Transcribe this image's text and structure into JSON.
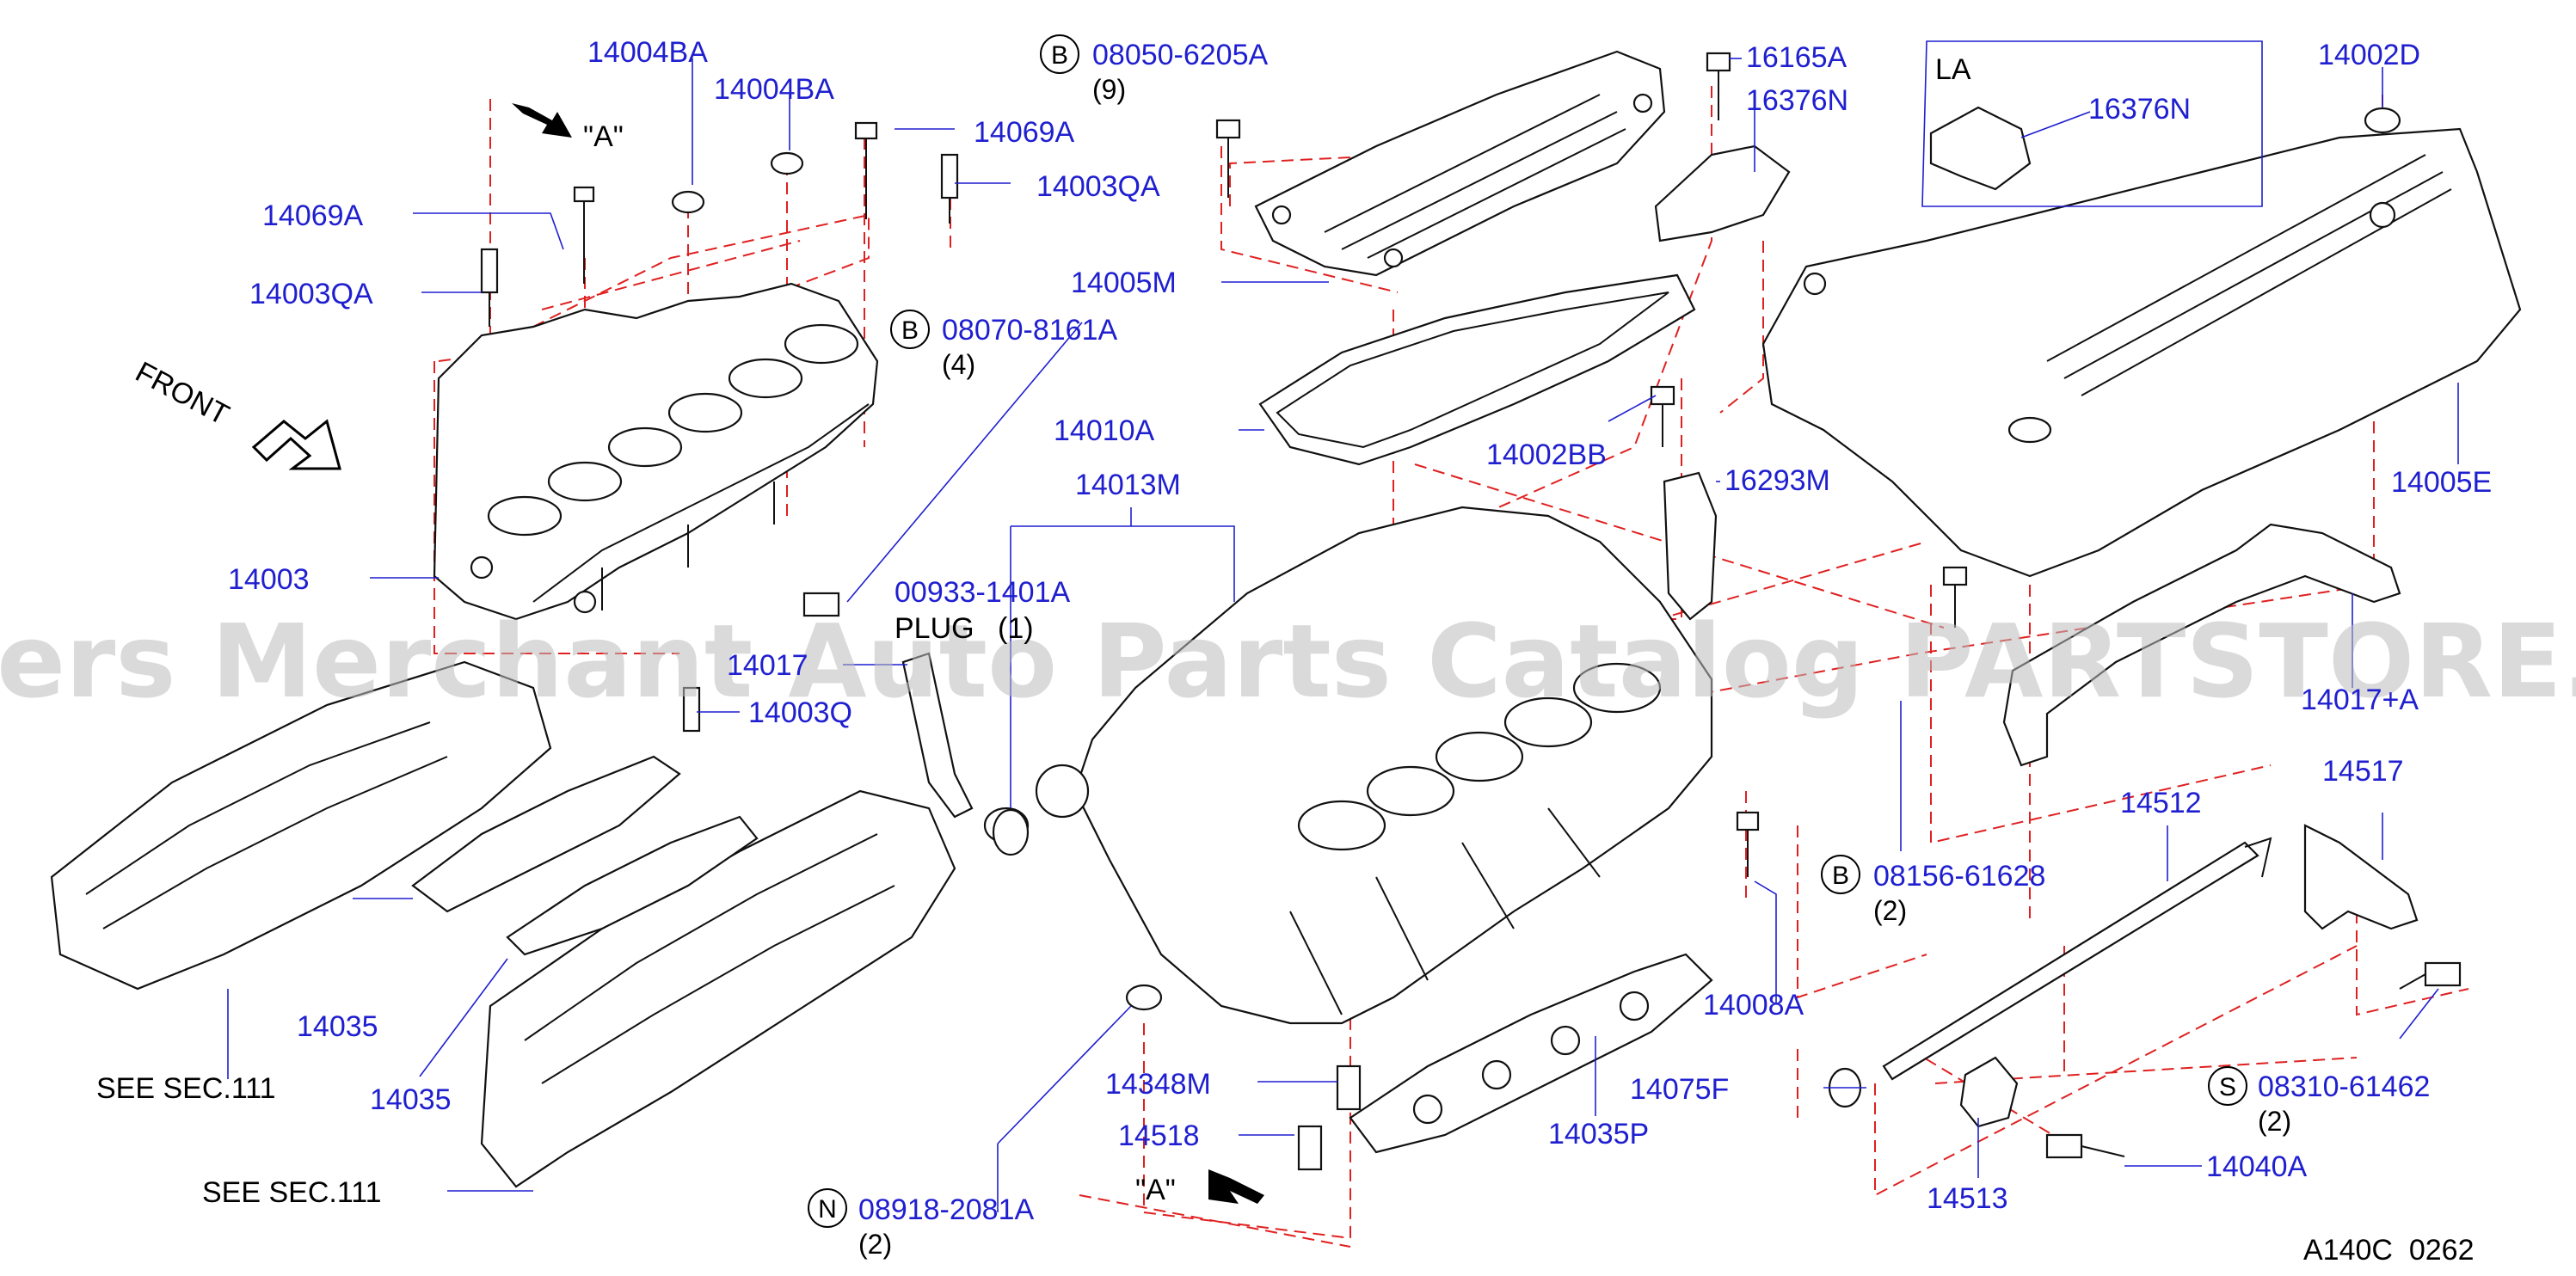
{
  "watermark": "Offers Merchant Auto Parts Catalog PARTSTORE.SA",
  "diagram_code": "A140C  0262",
  "labels": {
    "p14004BA_1": "14004BA",
    "p14004BA_2": "14004BA",
    "p14069A_1": "14069A",
    "p14069A_2": "14069A",
    "p14003QA_1": "14003QA",
    "p14003QA_2": "14003QA",
    "p14003": "14003",
    "front": "FRONT",
    "viewA_1": "\"A\"",
    "viewA_2": "\"A\"",
    "b08050": "08050-6205A",
    "b08050_qty": "(9)",
    "b08070": "08070-8161A",
    "b08070_qty": "(4)",
    "p14005M": "14005M",
    "p14010A": "14010A",
    "p14013M": "14013M",
    "p00933": "00933-1401A",
    "plug": "PLUG",
    "plug_qty": "(1)",
    "p14017": "14017",
    "p14003Q": "14003Q",
    "p16165A": "16165A",
    "p16376N_1": "16376N",
    "la": "LA",
    "p16376N_2": "16376N",
    "p14002D": "14002D",
    "p14002BB": "14002BB",
    "p16293M": "16293M",
    "p14005E": "14005E",
    "p14017A": "14017+A",
    "p14035_1": "14035",
    "p14035_2": "14035",
    "see1": "SEE   SEC.111",
    "see2": "SEE   SEC.111",
    "p14348M": "14348M",
    "p14518": "14518",
    "n08918": "08918-2081A",
    "n08918_qty": "(2)",
    "p14008A": "14008A",
    "p14075F": "14075F",
    "p14035P": "14035P",
    "b08156": "08156-61628",
    "b08156_qty": "(2)",
    "p14512": "14512",
    "p14517": "14517",
    "s08310": "08310-61462",
    "s08310_qty": "(2)",
    "p14513": "14513",
    "p14040A": "14040A"
  },
  "callout_letters": {
    "b": "B",
    "n": "N",
    "s": "S"
  },
  "colors": {
    "part_number": "#1f1fd0",
    "hidden_line": "#e02020",
    "outline": "#111111"
  }
}
